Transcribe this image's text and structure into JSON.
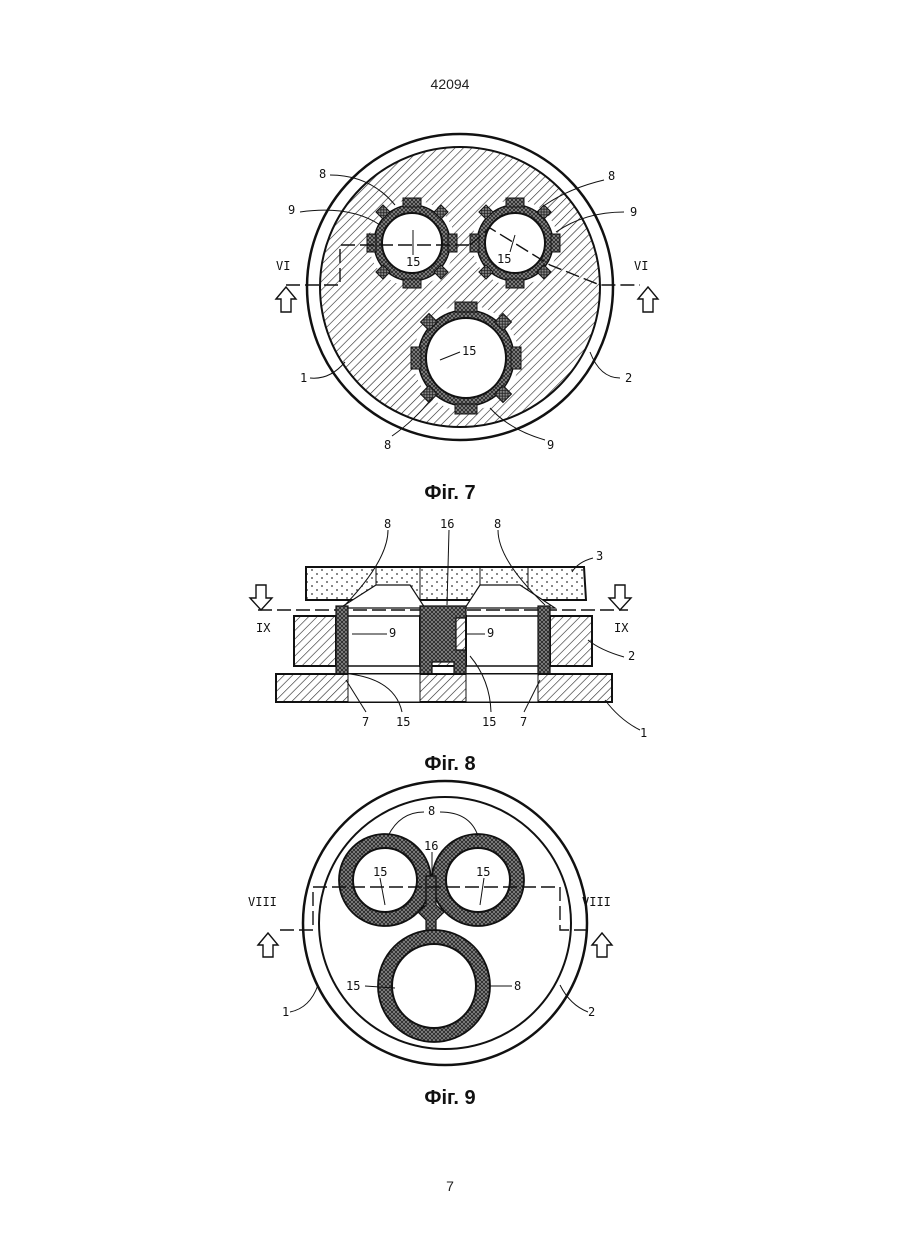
{
  "header": {
    "doc_number": "42094"
  },
  "footer": {
    "page_number": "7"
  },
  "fig7": {
    "caption": "Фіг. 7",
    "labels": {
      "l8a": "8",
      "l8b": "8",
      "l8c": "8",
      "l9a": "9",
      "l9b": "9",
      "l9c": "9",
      "l15a": "15",
      "l15b": "15",
      "l15c": "15",
      "l1": "1",
      "l2": "2",
      "sec_left": "VI",
      "sec_right": "VI"
    }
  },
  "fig8": {
    "caption": "Фіг. 8",
    "labels": {
      "l8a": "8",
      "l16": "16",
      "l8b": "8",
      "l3": "3",
      "l9a": "9",
      "l9b": "9",
      "l2": "2",
      "l1": "1",
      "l7a": "7",
      "l15a": "15",
      "l15b": "15",
      "l7b": "7",
      "sec_left": "IX",
      "sec_right": "IX"
    }
  },
  "fig9": {
    "caption": "Фіг. 9",
    "labels": {
      "l8": "8",
      "l16": "16",
      "l15a": "15",
      "l15b": "15",
      "l15c": "15",
      "l8c": "8",
      "l1": "1",
      "l2": "2",
      "sec_left": "VIII",
      "sec_right": "VIII"
    }
  }
}
